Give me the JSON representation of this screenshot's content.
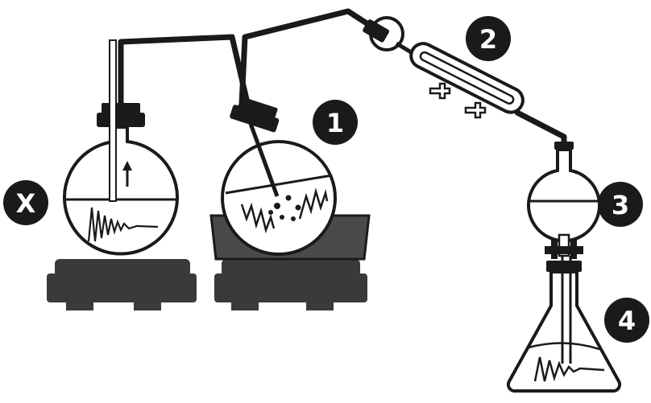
{
  "colors": {
    "ink": "#1a1a1a",
    "stand": "#3a3a3a",
    "bath": "#4a4a4a",
    "badge_fill": "#1a1a1a",
    "badge_text": "#ffffff",
    "background": "#ffffff"
  },
  "labels": {
    "x": "X",
    "one": "1",
    "two": "2",
    "three": "3",
    "four": "4"
  },
  "icons": {
    "arrow": "up-arrow-icon",
    "wave": "oscillation-wave-icon",
    "bubbles": "bubble-icon"
  }
}
